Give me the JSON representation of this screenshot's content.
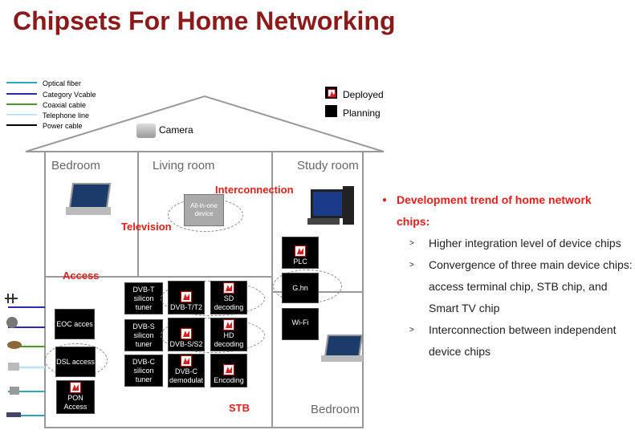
{
  "title": "Chipsets For Home Networking",
  "legend": [
    {
      "label": "Optical fiber",
      "color": "#29a6b8"
    },
    {
      "label": "Category Vcable",
      "color": "#2a2ab0"
    },
    {
      "label": "Coaxial cable",
      "color": "#4a9a2a"
    },
    {
      "label": "Telephone line",
      "color": "#bfe7f2"
    },
    {
      "label": "Power cable",
      "color": "#000000"
    }
  ],
  "status_legend": {
    "deployed": "Deployed",
    "planning": "Planning"
  },
  "camera": "Camera",
  "rooms": {
    "bedroom_top": "Bedroom",
    "living": "Living room",
    "study": "Study room",
    "bedroom_bottom": "Bedroom"
  },
  "labels": {
    "interconnection": "Interconnection",
    "television": "Television",
    "access": "Access",
    "stb": "STB"
  },
  "all_in_one": "All-in-one device",
  "access_boxes": {
    "eoc": "EOC acces",
    "dsl": "DSL access",
    "pon": "PON Access"
  },
  "tuners": {
    "t": "DVB-T silicon tuner",
    "s": "DVB-S silicon tuner",
    "c": "DVB-C silicon tuner"
  },
  "chips": {
    "dvbt": "DVB-T/T2",
    "sd": "SD decoding",
    "dvbs": "DVB-S/S2",
    "hd": "HD decoding",
    "dvbc": "DVB-C demodulat",
    "enc": "Encoding"
  },
  "study_boxes": {
    "plc": "PLC",
    "ghn": "G.hn",
    "wifi": "Wi-Fi"
  },
  "trend_heading": "Development trend of home network chips:",
  "trend_items": [
    "Higher integration level of device chips",
    "Convergence of three main device chips: access terminal chip, STB chip, and Smart TV chip",
    "Interconnection between independent device chips"
  ]
}
